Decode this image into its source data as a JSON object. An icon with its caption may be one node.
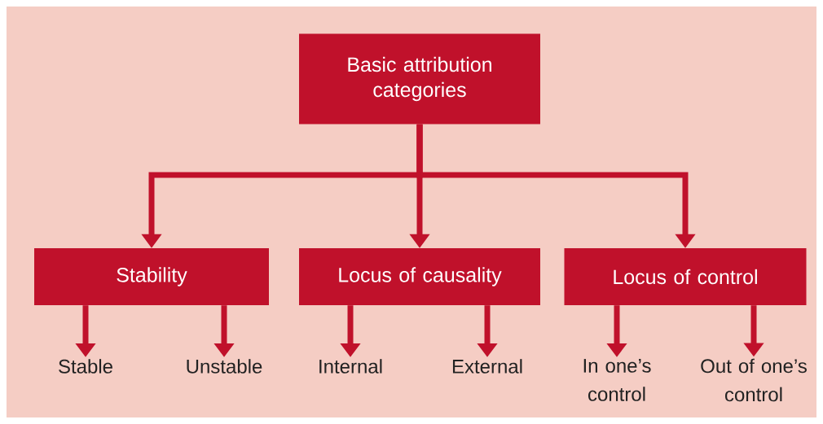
{
  "diagram": {
    "nodes": [
      {
        "text": [
          "Basic attribution categories"
        ]
      },
      {
        "text": [
          "Stability"
        ]
      },
      {
        "text": [
          "Locus of causality"
        ]
      },
      {
        "text": [
          "Locus of control"
        ]
      },
      {
        "text": [
          "Stable"
        ]
      },
      {
        "text": [
          "Unstable"
        ]
      },
      {
        "text": [
          "Internal"
        ]
      },
      {
        "text": [
          "External"
        ]
      },
      {
        "text": [
          "In one’s control"
        ]
      },
      {
        "text": [
          "Out of one’s control"
        ]
      }
    ],
    "edges": [
      {
        "from": 0,
        "to": 1,
        "arrow": "to"
      },
      {
        "from": 0,
        "to": 2,
        "arrow": "to"
      },
      {
        "from": 0,
        "to": 3,
        "arrow": "to"
      },
      {
        "from": 1,
        "to": 4,
        "arrow": "to"
      },
      {
        "from": 1,
        "to": 5,
        "arrow": "to"
      },
      {
        "from": 2,
        "to": 6,
        "arrow": "to"
      },
      {
        "from": 2,
        "to": 7,
        "arrow": "to"
      },
      {
        "from": 3,
        "to": 8,
        "arrow": "to"
      },
      {
        "from": 3,
        "to": 9,
        "arrow": "to"
      }
    ]
  }
}
